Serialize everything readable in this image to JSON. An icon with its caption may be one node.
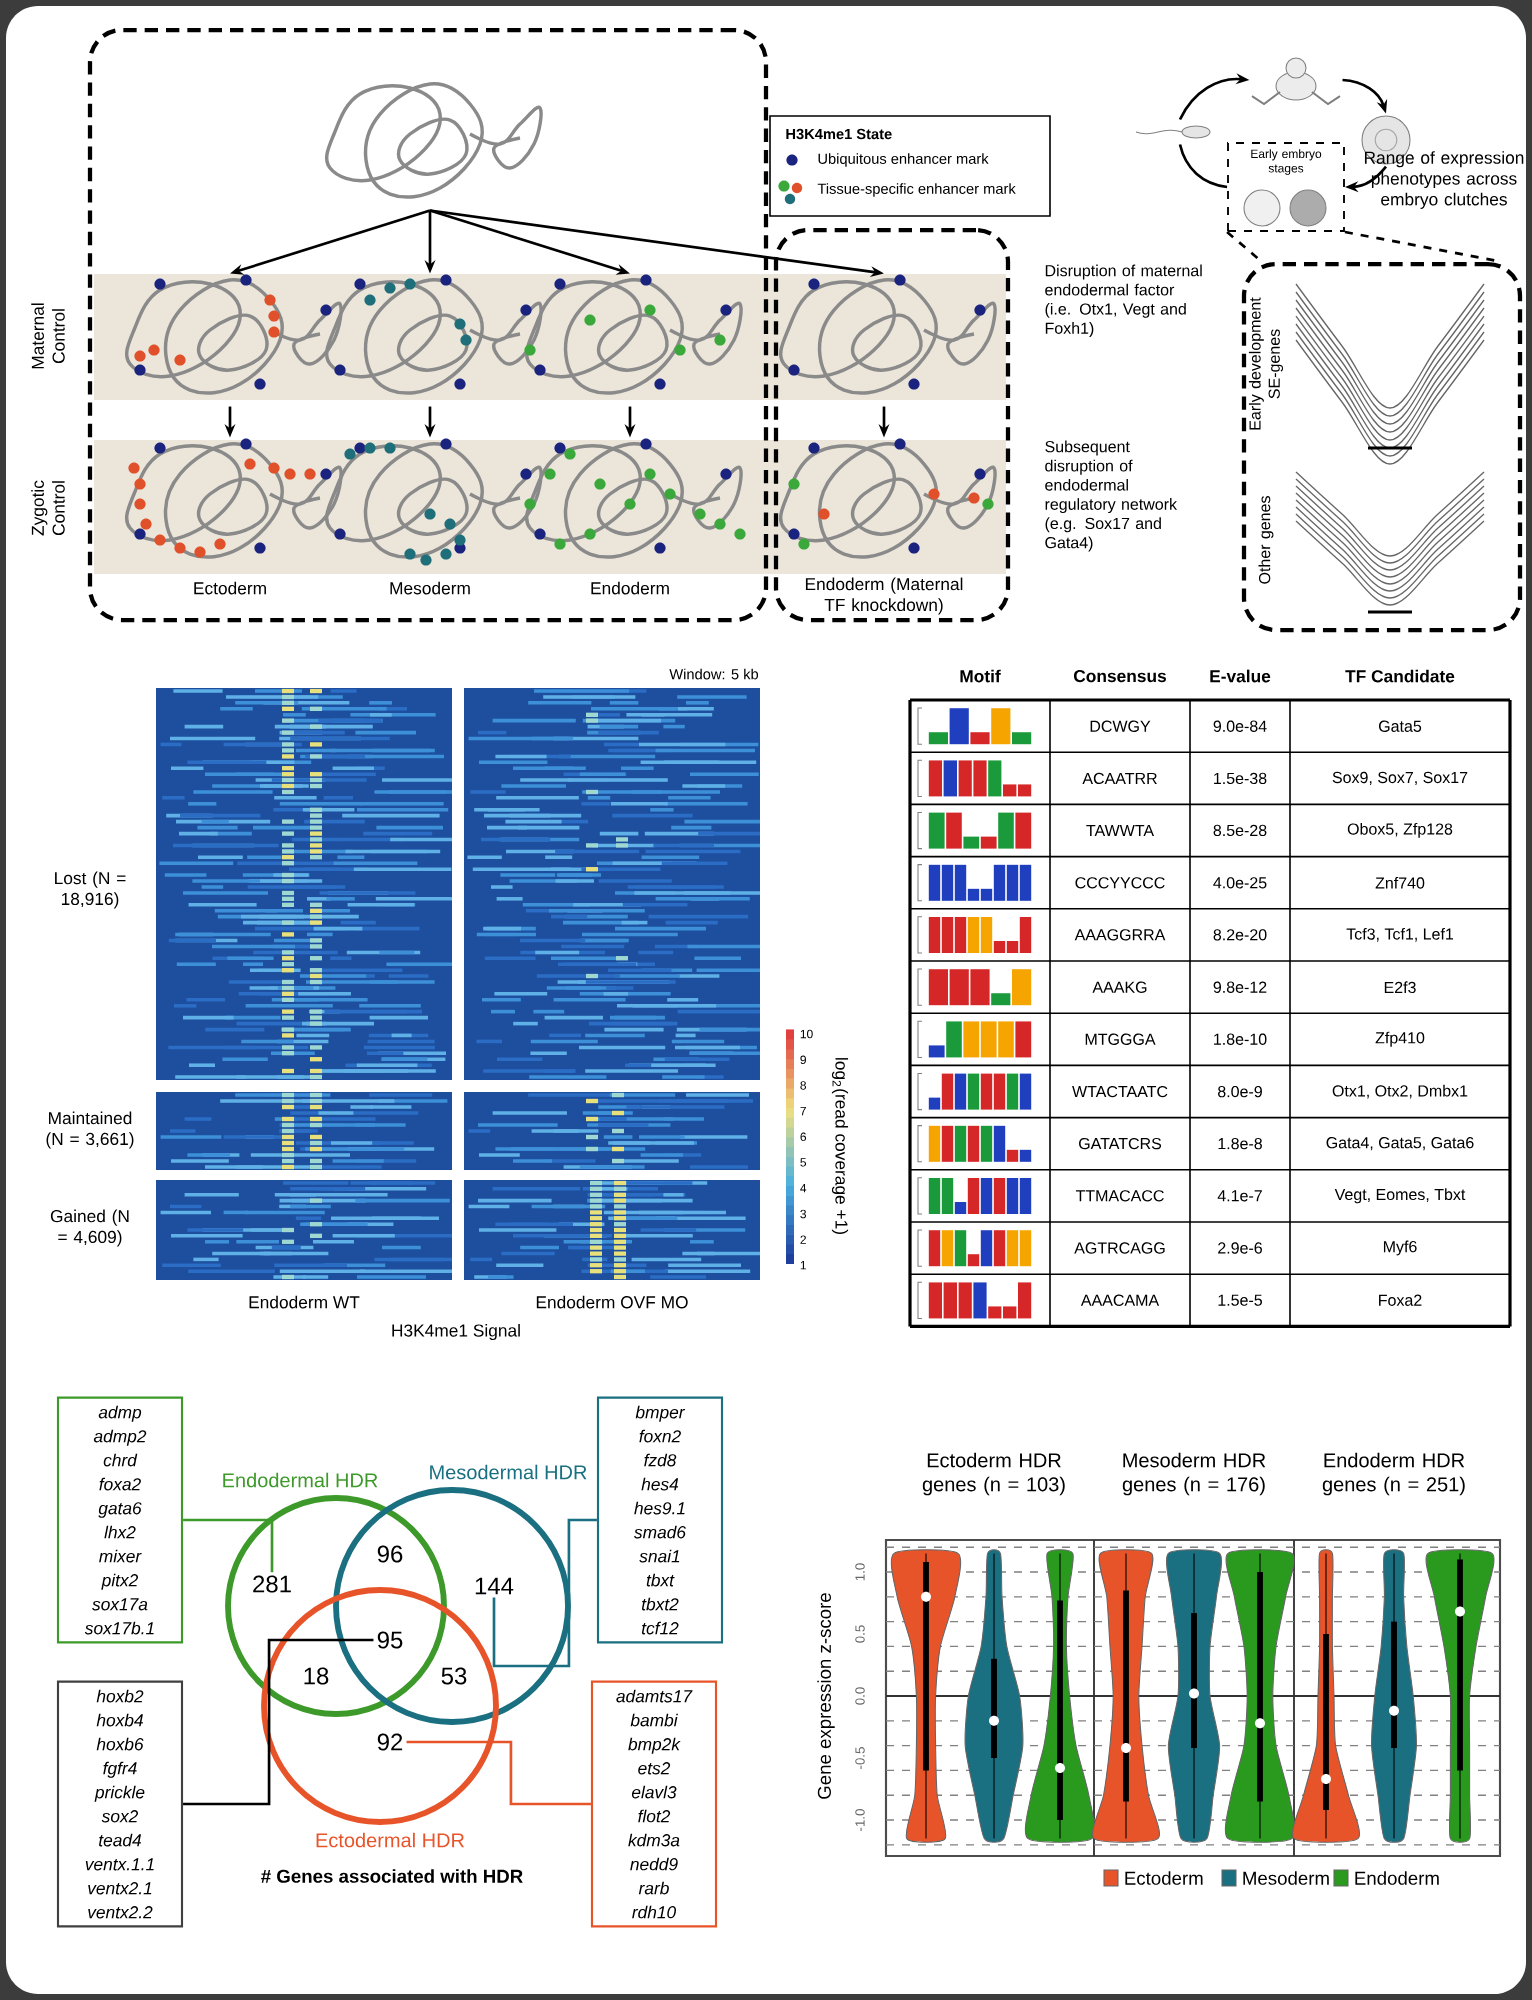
{
  "diagram": {
    "nodes": [
      {
        "text": [],
        "shape": "box"
      },
      {
        "text": [],
        "shape": "picture",
        "in": 0
      },
      {
        "text": [],
        "shape": "picture",
        "in": 0
      },
      {
        "text": [],
        "shape": "picture",
        "in": 0
      },
      {
        "text": [],
        "shape": "picture",
        "in": 0
      },
      {
        "text": [],
        "shape": "box"
      },
      {
        "text": [],
        "shape": "picture",
        "in": 5
      },
      {
        "text": [
          "Ectoderm"
        ],
        "in": 0
      },
      {
        "text": [
          "Mesoderm"
        ],
        "in": 0
      },
      {
        "text": [
          "Endoderm"
        ],
        "in": 0
      },
      {
        "text": [
          "Endoderm (Maternal TF knockdown)"
        ],
        "in": 5
      },
      {
        "text": [],
        "shape": "picture"
      },
      {
        "text": [],
        "shape": "picture"
      },
      {
        "text": [
          "Early embryo stages"
        ]
      },
      {
        "text": [],
        "shape": "circle",
        "in": 13
      },
      {
        "text": [],
        "shape": "circle",
        "in": 13
      },
      {
        "text": [],
        "shape": "picture"
      },
      {
        "text": [],
        "shape": "box"
      },
      {
        "text": [
          "Early development SE-genes"
        ],
        "in": 17
      },
      {
        "text": [
          "Other genes"
        ],
        "in": 17
      },
      {
        "text": [
          "admp",
          "admp2",
          "chrd",
          "foxa2",
          "gata6",
          "lhx2",
          "mixer",
          "pitx2",
          "sox17a",
          "sox17b.1"
        ]
      },
      {
        "text": [
          "Endodermal HDR"
        ]
      },
      {
        "text": [
          "Mesodermal HDR"
        ]
      },
      {
        "text": [
          "Ectodermal HDR"
        ]
      },
      {
        "text": [
          "281"
        ],
        "in": 21
      },
      {
        "text": [
          "144"
        ],
        "in": 22
      },
      {
        "text": [
          "95"
        ]
      },
      {
        "text": [
          "92"
        ],
        "in": 23
      },
      {
        "text": [
          "bmper",
          "foxn2",
          "fzd8",
          "hes4",
          "hes9.1",
          "smad6",
          "snai1",
          "tbxt",
          "tbxt2",
          "tcf12"
        ]
      },
      {
        "text": [
          "hoxb2",
          "hoxb4",
          "hoxb6",
          "fgfr4",
          "prickle",
          "sox2",
          "tead4",
          "ventx.1.1",
          "ventx2.1",
          "ventx2.2"
        ]
      },
      {
        "text": [
          "adamts17",
          "bambi",
          "bmp2k",
          "ets2",
          "elavl3",
          "flot2",
          "kdm3a",
          "nedd9",
          "rarb",
          "rdh10"
        ]
      }
    ],
    "edges": [
      {
        "from": 1,
        "to": 2,
        "arrow": "to"
      },
      {
        "from": 1,
        "to": 3,
        "arrow": "to"
      },
      {
        "from": 1,
        "to": 4,
        "arrow": "to"
      },
      {
        "from": 1,
        "to": 6,
        "arrow": "to"
      },
      {
        "from": 2,
        "to": 7,
        "arrow": "to"
      },
      {
        "from": 3,
        "to": 8,
        "arrow": "to"
      },
      {
        "from": 4,
        "to": 9,
        "arrow": "to"
      },
      {
        "from": 6,
        "to": 10,
        "arrow": "to"
      },
      {
        "from": 11,
        "to": 12,
        "arrow": "to"
      },
      {
        "from": 12,
        "to": 13,
        "arrow": "to"
      },
      {
        "from": 13,
        "to": 16,
        "arrow": "none"
      },
      {
        "from": 16,
        "to": 11,
        "arrow": "to"
      },
      {
        "from": 13,
        "to": 17,
        "arrow": "none",
        "style": "dashed"
      },
      {
        "from": 20,
        "to": 24,
        "arrow": "none",
        "color": "#3d9a2a"
      },
      {
        "from": 28,
        "to": 25,
        "arrow": "none",
        "color": "#1a6f80"
      },
      {
        "from": 29,
        "to": 26,
        "arrow": "none"
      },
      {
        "from": 30,
        "to": 27,
        "arrow": "none",
        "color": "#e8542a"
      },
      {
        "from": 13,
        "to": 17,
        "arrow": "none",
        "style": "dashed"
      }
    ],
    "labels": [
      "H3K4me1 State",
      "Maternal Control",
      "Zygotic Control",
      "Disruption of maternal endodermal factor (i.e. Otx1, Vegt and Foxh1)",
      "Subsequent disruption of endodermal regulatory network (e.g. Sox17 and Gata4)",
      "Range of expression phenotypes across embryo clutches",
      "Window: 5 kb",
      "Lost (N = 18,916)",
      "Maintained (N = 3,661)",
      "Gained (N = 4,609)",
      "10",
      "9",
      "8",
      "7",
      "6",
      "5",
      "4",
      "3",
      "2",
      "1",
      "log$_{2}$(read coverage +1)",
      "Endoderm WT",
      "Endoderm OVF MO",
      "H3K4me1 Signal",
      "Motif",
      "Consensus",
      "E-value",
      "TF Candidate",
      "DCWGY",
      "9.0e-84",
      "Gata5",
      "ACAATRR",
      "1.5e-38",
      "Sox9, Sox7, Sox17",
      "TAWWTA",
      "8.5e-28",
      "Obox5, Zfp128",
      "CCCYYCCC",
      "4.0e-25",
      "Znf740",
      "AAAGGRRA",
      "8.2e-20",
      "Tcf3, Tcf1, Lef1",
      "AAAKG",
      "9.8e-12",
      "E2f3",
      "MTGGGA",
      "1.8e-10",
      "Zfp410",
      "WTACTAATC",
      "8.0e-9",
      "Otx1, Otx2, Dmbx1",
      "GATATCRS",
      "1.8e-8",
      "Gata4, Gata5, Gata6",
      "TTMACACC",
      "4.1e-7",
      "Vegt, Eomes, Tbxt",
      "AGTRCAGG",
      "2.9e-6",
      "Myf6",
      "AAACAMA",
      "1.5e-5",
      "Foxa2",
      "96",
      "18",
      "53",
      "# Genes associated with HDR",
      "Ectoderm HDR genes (n = 103)",
      "Mesoderm HDR genes (n = 176)",
      "Endoderm HDR genes (n = 251)",
      "1.0",
      "0.5",
      "0.0",
      "-0.5",
      "-1.0",
      "Gene expression z-score"
    ],
    "legend": [
      {
        "text": "Ubiquitous enhancer mark",
        "color": "#1a237e"
      },
      {
        "text": "Tissue-specific enhancer mark"
      },
      {
        "text": "Ectoderm",
        "color": "#e8542a"
      },
      {
        "text": "Mesoderm",
        "color": "#1a6f80"
      },
      {
        "text": "Endoderm",
        "color": "#2a9a1f"
      }
    ]
  }
}
